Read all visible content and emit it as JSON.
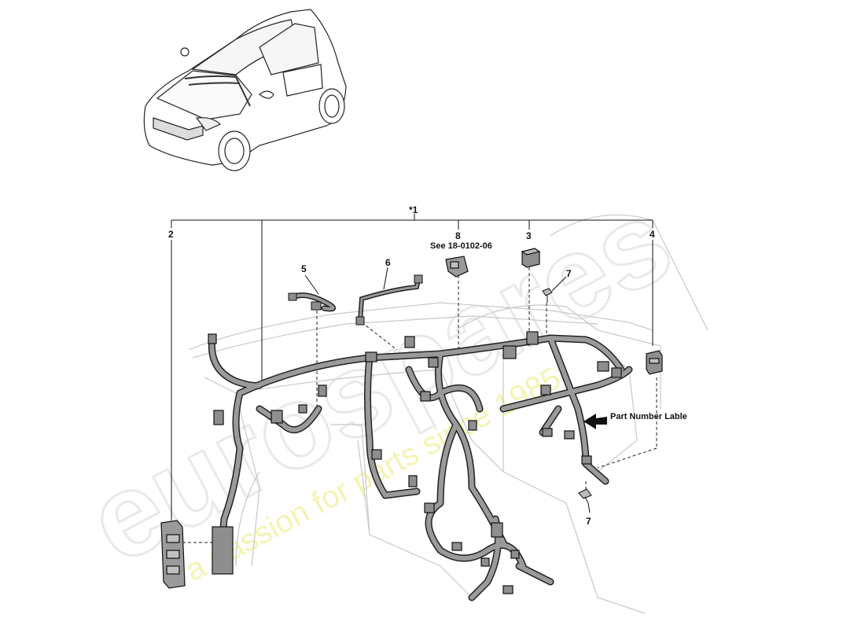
{
  "watermark": {
    "brand": "eurospares",
    "slogan": "a passion for parts since 1985",
    "slogan_color": "#eeee88"
  },
  "callouts": {
    "assembly": "*1",
    "c2": "2",
    "c3": "3",
    "c4": "4",
    "c5": "5",
    "c6": "6",
    "c7a": "7",
    "c7b": "7",
    "c8": "8",
    "see_ref": "See 18-0102-06",
    "part_number_label": "Part Number Lable"
  },
  "colors": {
    "line": "#111111",
    "harness_fill": "#8a8a8a",
    "outline_light": "#c8c8c8",
    "connector_fill": "#9a9a9a"
  },
  "icons": {
    "arrow": "left-arrow-icon"
  }
}
